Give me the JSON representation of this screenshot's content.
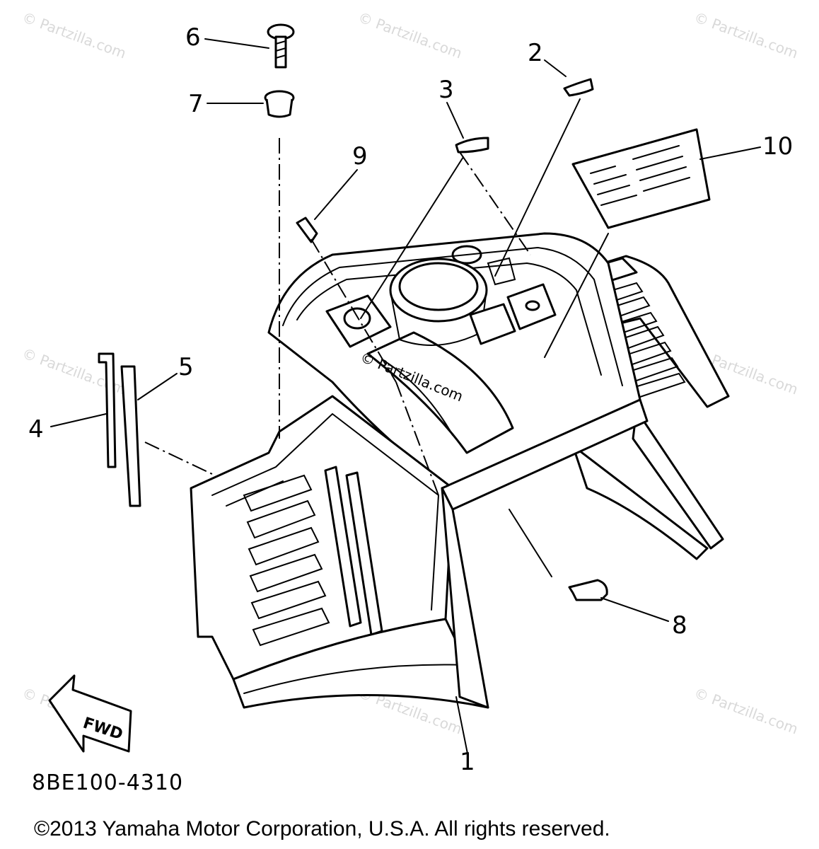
{
  "diagram": {
    "callouts": [
      {
        "id": "1",
        "label": "1"
      },
      {
        "id": "2",
        "label": "2"
      },
      {
        "id": "3",
        "label": "3"
      },
      {
        "id": "4",
        "label": "4"
      },
      {
        "id": "5",
        "label": "5"
      },
      {
        "id": "6",
        "label": "6"
      },
      {
        "id": "7",
        "label": "7"
      },
      {
        "id": "8",
        "label": "8"
      },
      {
        "id": "9",
        "label": "9"
      },
      {
        "id": "10",
        "label": "10"
      }
    ],
    "fwd_label": "FWD",
    "diagram_code": "8BE100-4310",
    "copyright": "©2013 Yamaha Motor Corporation, U.S.A. All rights reserved.",
    "watermark": "© Partzilla.com",
    "center_watermark": "© Partzilla.com"
  }
}
